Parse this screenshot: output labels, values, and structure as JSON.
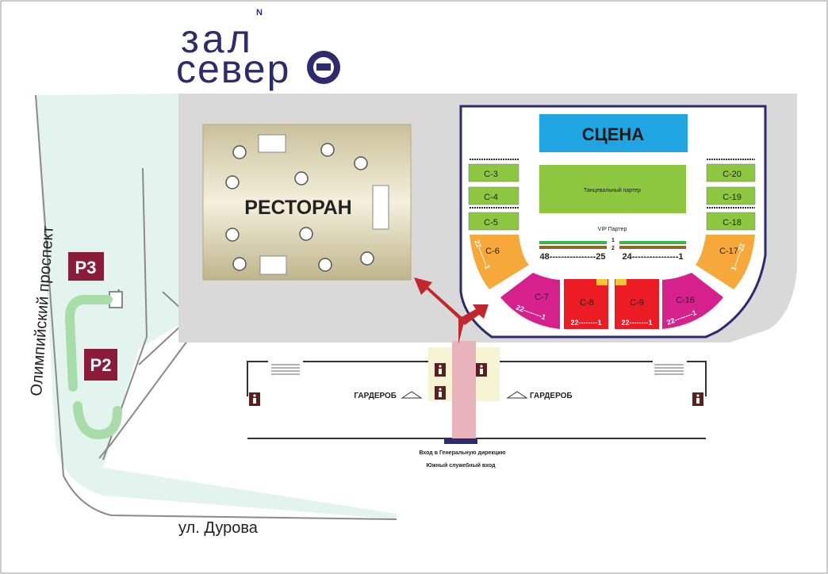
{
  "logo": {
    "line1": "зал",
    "line2": "север",
    "north": "N"
  },
  "streets": {
    "west": "Олимпийский проспект",
    "south": "ул. Дурова"
  },
  "parking": {
    "p3": "P3",
    "p2": "P2"
  },
  "restaurant": {
    "label": "РЕСТОРАН"
  },
  "hall": {
    "stage": "СЦЕНА",
    "dance_floor": "Танцевальный партер",
    "vip": "VIP Партер",
    "vip_rows": [
      "1",
      "2"
    ],
    "vip_left_range": "48----------------25",
    "vip_right_range": "24----------------1",
    "sectors_left": [
      "C-3",
      "C-4",
      "C-5"
    ],
    "sectors_right": [
      "C-20",
      "C-19",
      "C-18"
    ],
    "sector_c6": "C-6",
    "sector_c17": "C-17",
    "sector_c7": "C-7",
    "sector_c8": "C-8",
    "sector_c9": "C-9",
    "sector_c16": "C-16",
    "range_22_1": "22--------1",
    "range_1_22": "1-------22"
  },
  "lobby": {
    "cloakroom_left": "ГАРДЕРОБ",
    "cloakroom_right": "ГАРДЕРОБ"
  },
  "entrance": {
    "line1": "Вход в Генеральную дирекцию",
    "line2": "Южный служебный вход"
  },
  "colors": {
    "park": "#e3f4ee",
    "path": "#a8dca9",
    "parking": "#8a1c3a",
    "building": "#d9d9d9",
    "hall_border": "#2d2a6e",
    "stage": "#1fa5e2",
    "green_sector": "#8dc63f",
    "orange_sector": "#f7a83a",
    "magenta_sector": "#d6218d",
    "red_sector": "#ed1c24",
    "arrow": "#c1272d"
  }
}
